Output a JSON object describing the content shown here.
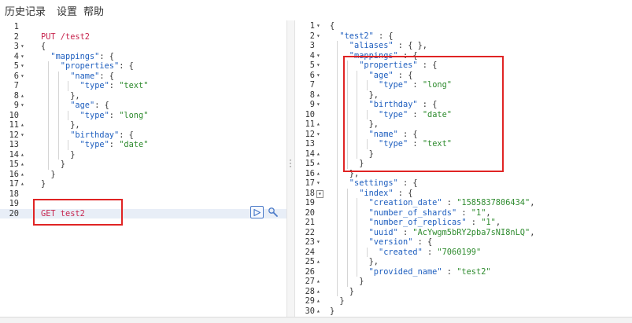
{
  "menu": [
    {
      "id": "history",
      "label": "历史记录"
    },
    {
      "id": "settings",
      "label": "设置"
    },
    {
      "id": "help",
      "label": "帮助"
    }
  ],
  "request_lines": [
    {
      "n": "1",
      "fold": "",
      "indent": 0,
      "tokens": []
    },
    {
      "n": "2",
      "fold": "",
      "indent": 0,
      "tokens": [
        {
          "t": "PUT",
          "c": "method"
        },
        {
          "t": " /test2",
          "c": "method"
        }
      ]
    },
    {
      "n": "3",
      "fold": "open",
      "indent": 0,
      "tokens": [
        {
          "t": "{",
          "c": "p"
        }
      ]
    },
    {
      "n": "4",
      "fold": "open",
      "indent": 1,
      "tokens": [
        {
          "t": "\"mappings\"",
          "c": "key"
        },
        {
          "t": ": {",
          "c": "p"
        }
      ]
    },
    {
      "n": "5",
      "fold": "open",
      "indent": 2,
      "tokens": [
        {
          "t": "\"properties\"",
          "c": "key"
        },
        {
          "t": ": {",
          "c": "p"
        }
      ]
    },
    {
      "n": "6",
      "fold": "open",
      "indent": 3,
      "tokens": [
        {
          "t": "\"name\"",
          "c": "key"
        },
        {
          "t": ": {",
          "c": "p"
        }
      ]
    },
    {
      "n": "7",
      "fold": "",
      "indent": 4,
      "tokens": [
        {
          "t": "\"type\"",
          "c": "key"
        },
        {
          "t": ": ",
          "c": "p"
        },
        {
          "t": "\"text\"",
          "c": "str"
        }
      ]
    },
    {
      "n": "8",
      "fold": "close",
      "indent": 3,
      "tokens": [
        {
          "t": "},",
          "c": "p"
        }
      ]
    },
    {
      "n": "9",
      "fold": "open",
      "indent": 3,
      "tokens": [
        {
          "t": "\"age\"",
          "c": "key"
        },
        {
          "t": ": {",
          "c": "p"
        }
      ]
    },
    {
      "n": "10",
      "fold": "",
      "indent": 4,
      "tokens": [
        {
          "t": "\"type\"",
          "c": "key"
        },
        {
          "t": ": ",
          "c": "p"
        },
        {
          "t": "\"long\"",
          "c": "str"
        }
      ]
    },
    {
      "n": "11",
      "fold": "close",
      "indent": 3,
      "tokens": [
        {
          "t": "},",
          "c": "p"
        }
      ]
    },
    {
      "n": "12",
      "fold": "open",
      "indent": 3,
      "tokens": [
        {
          "t": "\"birthday\"",
          "c": "key"
        },
        {
          "t": ": {",
          "c": "p"
        }
      ]
    },
    {
      "n": "13",
      "fold": "",
      "indent": 4,
      "tokens": [
        {
          "t": "\"type\"",
          "c": "key"
        },
        {
          "t": ": ",
          "c": "p"
        },
        {
          "t": "\"date\"",
          "c": "str"
        }
      ]
    },
    {
      "n": "14",
      "fold": "close",
      "indent": 3,
      "tokens": [
        {
          "t": "}",
          "c": "p"
        }
      ]
    },
    {
      "n": "15",
      "fold": "close",
      "indent": 2,
      "tokens": [
        {
          "t": "}",
          "c": "p"
        }
      ]
    },
    {
      "n": "16",
      "fold": "close",
      "indent": 1,
      "tokens": [
        {
          "t": "}",
          "c": "p"
        }
      ]
    },
    {
      "n": "17",
      "fold": "close",
      "indent": 0,
      "tokens": [
        {
          "t": "}",
          "c": "p"
        }
      ]
    },
    {
      "n": "18",
      "fold": "",
      "indent": 0,
      "tokens": []
    },
    {
      "n": "19",
      "fold": "",
      "indent": 0,
      "tokens": []
    },
    {
      "n": "20",
      "fold": "",
      "indent": 0,
      "active": true,
      "tokens": [
        {
          "t": "GET test2",
          "c": "method"
        }
      ]
    }
  ],
  "response_lines": [
    {
      "n": "1",
      "fold": "open",
      "indent": 0,
      "tokens": [
        {
          "t": "{",
          "c": "p"
        }
      ]
    },
    {
      "n": "2",
      "fold": "open",
      "indent": 1,
      "tokens": [
        {
          "t": "\"test2\"",
          "c": "key"
        },
        {
          "t": " : {",
          "c": "p"
        }
      ]
    },
    {
      "n": "3",
      "fold": "",
      "indent": 2,
      "tokens": [
        {
          "t": "\"aliases\"",
          "c": "key"
        },
        {
          "t": " : { },",
          "c": "p"
        }
      ]
    },
    {
      "n": "4",
      "fold": "open",
      "indent": 2,
      "tokens": [
        {
          "t": "\"mappings\"",
          "c": "key"
        },
        {
          "t": " : {",
          "c": "p"
        }
      ]
    },
    {
      "n": "5",
      "fold": "open",
      "indent": 3,
      "tokens": [
        {
          "t": "\"properties\"",
          "c": "key"
        },
        {
          "t": " : {",
          "c": "p"
        }
      ]
    },
    {
      "n": "6",
      "fold": "open",
      "indent": 4,
      "tokens": [
        {
          "t": "\"age\"",
          "c": "key"
        },
        {
          "t": " : {",
          "c": "p"
        }
      ]
    },
    {
      "n": "7",
      "fold": "",
      "indent": 5,
      "tokens": [
        {
          "t": "\"type\"",
          "c": "key"
        },
        {
          "t": " : ",
          "c": "p"
        },
        {
          "t": "\"long\"",
          "c": "str"
        }
      ]
    },
    {
      "n": "8",
      "fold": "close",
      "indent": 4,
      "tokens": [
        {
          "t": "},",
          "c": "p"
        }
      ]
    },
    {
      "n": "9",
      "fold": "open",
      "indent": 4,
      "tokens": [
        {
          "t": "\"birthday\"",
          "c": "key"
        },
        {
          "t": " : {",
          "c": "p"
        }
      ]
    },
    {
      "n": "10",
      "fold": "",
      "indent": 5,
      "tokens": [
        {
          "t": "\"type\"",
          "c": "key"
        },
        {
          "t": " : ",
          "c": "p"
        },
        {
          "t": "\"date\"",
          "c": "str"
        }
      ]
    },
    {
      "n": "11",
      "fold": "close",
      "indent": 4,
      "tokens": [
        {
          "t": "},",
          "c": "p"
        }
      ]
    },
    {
      "n": "12",
      "fold": "open",
      "indent": 4,
      "tokens": [
        {
          "t": "\"name\"",
          "c": "key"
        },
        {
          "t": " : {",
          "c": "p"
        }
      ]
    },
    {
      "n": "13",
      "fold": "",
      "indent": 5,
      "tokens": [
        {
          "t": "\"type\"",
          "c": "key"
        },
        {
          "t": " : ",
          "c": "p"
        },
        {
          "t": "\"text\"",
          "c": "str"
        }
      ]
    },
    {
      "n": "14",
      "fold": "close",
      "indent": 4,
      "tokens": [
        {
          "t": "}",
          "c": "p"
        }
      ]
    },
    {
      "n": "15",
      "fold": "close",
      "indent": 3,
      "tokens": [
        {
          "t": "}",
          "c": "p"
        }
      ]
    },
    {
      "n": "16",
      "fold": "close",
      "indent": 2,
      "tokens": [
        {
          "t": "},",
          "c": "p"
        }
      ]
    },
    {
      "n": "17",
      "fold": "open",
      "indent": 2,
      "tokens": [
        {
          "t": "\"settings\"",
          "c": "key"
        },
        {
          "t": " : {",
          "c": "p"
        }
      ]
    },
    {
      "n": "18",
      "fold": "boxed",
      "indent": 3,
      "tokens": [
        {
          "t": "\"index\"",
          "c": "key"
        },
        {
          "t": " : {",
          "c": "p"
        }
      ]
    },
    {
      "n": "19",
      "fold": "",
      "indent": 4,
      "tokens": [
        {
          "t": "\"creation_date\"",
          "c": "key"
        },
        {
          "t": " : ",
          "c": "p"
        },
        {
          "t": "\"1585837806434\"",
          "c": "str"
        },
        {
          "t": ",",
          "c": "p"
        }
      ]
    },
    {
      "n": "20",
      "fold": "",
      "indent": 4,
      "tokens": [
        {
          "t": "\"number_of_shards\"",
          "c": "key"
        },
        {
          "t": " : ",
          "c": "p"
        },
        {
          "t": "\"1\"",
          "c": "str"
        },
        {
          "t": ",",
          "c": "p"
        }
      ]
    },
    {
      "n": "21",
      "fold": "",
      "indent": 4,
      "tokens": [
        {
          "t": "\"number_of_replicas\"",
          "c": "key"
        },
        {
          "t": " : ",
          "c": "p"
        },
        {
          "t": "\"1\"",
          "c": "str"
        },
        {
          "t": ",",
          "c": "p"
        }
      ]
    },
    {
      "n": "22",
      "fold": "",
      "indent": 4,
      "tokens": [
        {
          "t": "\"uuid\"",
          "c": "key"
        },
        {
          "t": " : ",
          "c": "p"
        },
        {
          "t": "\"AcYwgm5bRY2pba7sNI8nLQ\"",
          "c": "str"
        },
        {
          "t": ",",
          "c": "p"
        }
      ]
    },
    {
      "n": "23",
      "fold": "open",
      "indent": 4,
      "tokens": [
        {
          "t": "\"version\"",
          "c": "key"
        },
        {
          "t": " : {",
          "c": "p"
        }
      ]
    },
    {
      "n": "24",
      "fold": "",
      "indent": 5,
      "tokens": [
        {
          "t": "\"created\"",
          "c": "key"
        },
        {
          "t": " : ",
          "c": "p"
        },
        {
          "t": "\"7060199\"",
          "c": "str"
        }
      ]
    },
    {
      "n": "25",
      "fold": "close",
      "indent": 4,
      "tokens": [
        {
          "t": "},",
          "c": "p"
        }
      ]
    },
    {
      "n": "26",
      "fold": "",
      "indent": 4,
      "tokens": [
        {
          "t": "\"provided_name\"",
          "c": "key"
        },
        {
          "t": " : ",
          "c": "p"
        },
        {
          "t": "\"test2\"",
          "c": "str"
        }
      ]
    },
    {
      "n": "27",
      "fold": "close",
      "indent": 3,
      "tokens": [
        {
          "t": "}",
          "c": "p"
        }
      ]
    },
    {
      "n": "28",
      "fold": "close",
      "indent": 2,
      "tokens": [
        {
          "t": "}",
          "c": "p"
        }
      ]
    },
    {
      "n": "29",
      "fold": "close",
      "indent": 1,
      "tokens": [
        {
          "t": "}",
          "c": "p"
        }
      ]
    },
    {
      "n": "30",
      "fold": "close",
      "indent": 0,
      "tokens": [
        {
          "t": "}",
          "c": "p"
        }
      ]
    }
  ],
  "actions": {
    "run_icon": "play-icon",
    "settings_icon": "wrench-icon"
  },
  "colors": {
    "method": "#c7254e",
    "key": "#1f5fbf",
    "string": "#2e8b2e",
    "highlight": "#e02424",
    "action_border": "#4a7ac8"
  }
}
